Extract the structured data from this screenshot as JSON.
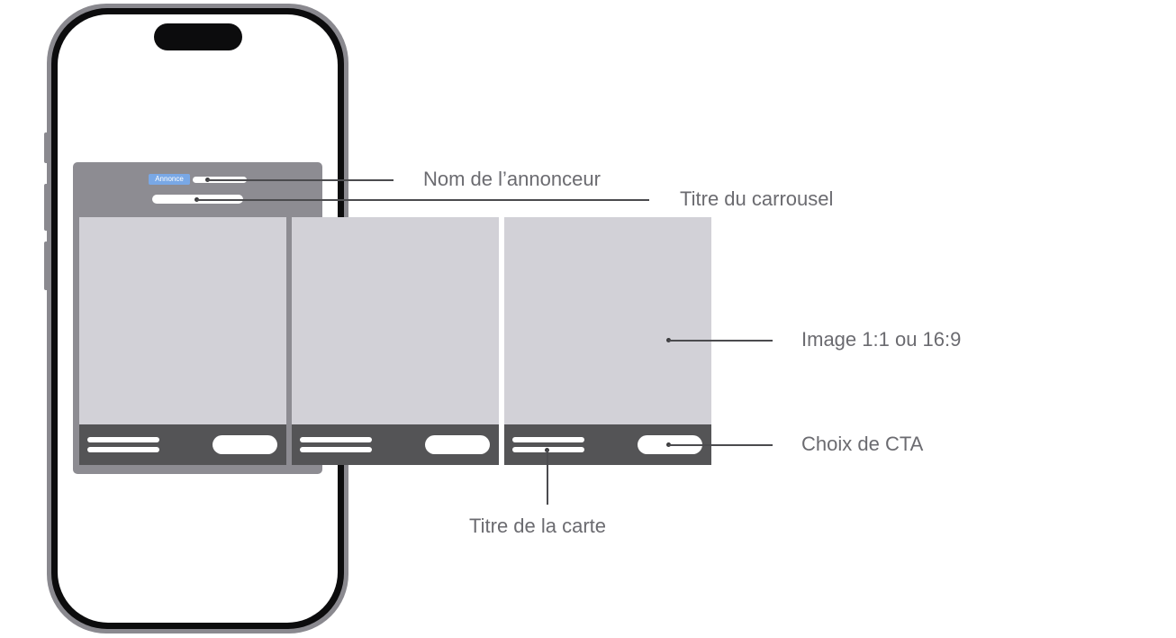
{
  "ad": {
    "badge": "Annonce"
  },
  "carousel": {
    "card_count": 3
  },
  "annotations": {
    "advertiser_name": "Nom de l’annonceur",
    "carousel_title": "Titre du carrousel",
    "image_format": "Image 1:1 ou 16:9",
    "cta_choice": "Choix de CTA",
    "card_title": "Titre de la carte"
  },
  "colors": {
    "phone_body": "#0c0c0d",
    "phone_rim": "#8a898f",
    "ad_panel": "#8d8c92",
    "card_image": "#d2d1d7",
    "card_footer": "#545456",
    "badge": "#79a8e6",
    "label_text": "#6b6b70"
  }
}
